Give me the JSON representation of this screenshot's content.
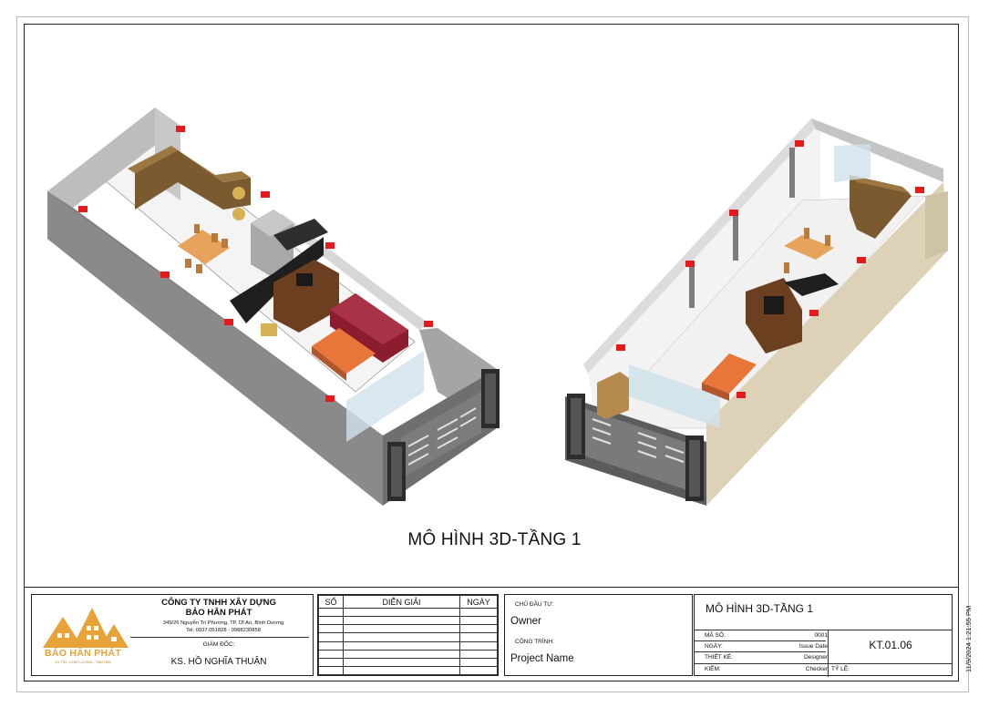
{
  "drawing_title": "MÔ HÌNH 3D-TẦNG 1",
  "company": {
    "name_line1": "CÔNG TY TNHH XÂY DỰNG",
    "name_line2": "BẢO HÂN PHÁT",
    "address": "349/26 Nguyễn Tri Phương, TP. Dĩ An, Bình Dương",
    "tel": "Tel: 0937.051828  -  0988230858",
    "director_label": "GIÁM ĐỐC:",
    "director_name": "KS. HỒ NGHĨA THUẬN",
    "logo_text": "BẢO HÂN PHÁT",
    "logo_slogan": "UY TÍN - CHẤT LƯỢNG - TẬN TÂM",
    "logo_color": "#e8a23a"
  },
  "revisions": {
    "headers": [
      "SỐ",
      "DIỄN GIẢI",
      "NGÀY"
    ],
    "rows": 8
  },
  "project": {
    "owner_label": "CHỦ ĐẦU TƯ:",
    "owner_value": "Owner",
    "project_label": "CÔNG TRÌNH:",
    "project_value": "Project Name"
  },
  "sheet": {
    "title": "MÔ HÌNH 3D-TẦNG 1",
    "fields": [
      {
        "label": "MÃ SỐ:",
        "value": "0001"
      },
      {
        "label": "NGÀY:",
        "value": "Issue Date"
      },
      {
        "label": "THIẾT KẾ:",
        "value": "Designer"
      },
      {
        "label": "KIỂM:",
        "value": "Checker"
      }
    ],
    "sheet_code": "KT.01.06",
    "scale_label": "TỶ LỆ:"
  },
  "timestamp": "11/9/2024 1:21:55 PM",
  "colors": {
    "wall": "#8a8a8a",
    "floor": "#f2f2f2",
    "column_marker": "#e51b1b",
    "cabinet": "#7a5a2e",
    "sofa": "#8b1d2e",
    "bed": "#e8763a",
    "table": "#e7a35c",
    "beige_wall": "#ddd2b8"
  }
}
